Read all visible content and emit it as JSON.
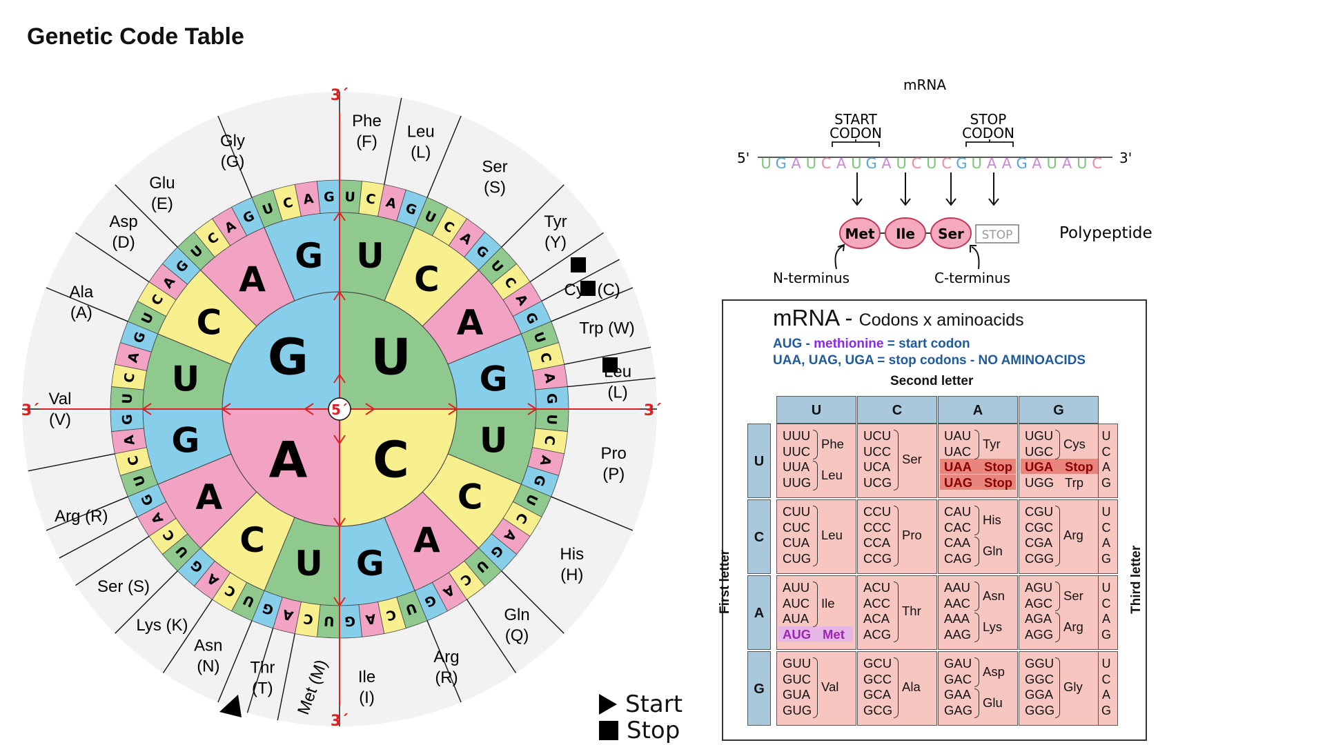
{
  "title": "Genetic Code Table",
  "wheel": {
    "inner": [
      {
        "letter": "G",
        "color": "#87ceeb"
      },
      {
        "letter": "U",
        "color": "#8fc98e"
      },
      {
        "letter": "C",
        "color": "#f8f08f"
      },
      {
        "letter": "A",
        "color": "#f2a3c4"
      }
    ],
    "colors": {
      "U": "#8fc98e",
      "C": "#f8f08f",
      "A": "#f2a3c4",
      "G": "#87ceeb"
    },
    "center_label": "5´",
    "axis_labels": {
      "top": "3´",
      "bottom": "3´",
      "left": "3´",
      "right": "3´"
    },
    "amino_acids": [
      {
        "text": [
          "Phe",
          "(F)"
        ]
      },
      {
        "text": [
          "Leu",
          "(L)"
        ]
      },
      {
        "text": [
          "Ser",
          "(S)"
        ]
      },
      {
        "text": [
          "Tyr",
          "(Y)"
        ]
      },
      {
        "text": [
          "Cys (C)"
        ]
      },
      {
        "text": [
          "Trp (W)"
        ]
      },
      {
        "text": [
          "Leu",
          "(L)"
        ]
      },
      {
        "text": [
          "Pro",
          "(P)"
        ]
      },
      {
        "text": [
          "His",
          "(H)"
        ]
      },
      {
        "text": [
          "Gln",
          "(Q)"
        ]
      },
      {
        "text": [
          "Arg",
          "(R)"
        ]
      },
      {
        "text": [
          "Ile",
          "(I)"
        ]
      },
      {
        "text": [
          "Met (M)"
        ]
      },
      {
        "text": [
          "Thr",
          "(T)"
        ]
      },
      {
        "text": [
          "Asn",
          "(N)"
        ]
      },
      {
        "text": [
          "Lys (K)"
        ]
      },
      {
        "text": [
          "Ser (S)"
        ]
      },
      {
        "text": [
          "Arg (R)"
        ]
      },
      {
        "text": [
          "Val",
          "(V)"
        ]
      },
      {
        "text": [
          "Ala",
          "(A)"
        ]
      },
      {
        "text": [
          "Asp",
          "(D)"
        ]
      },
      {
        "text": [
          "Glu",
          "(E)"
        ]
      },
      {
        "text": [
          "Gly",
          "(G)"
        ]
      }
    ]
  },
  "legend": {
    "start": "Start",
    "stop": "Stop"
  },
  "mrna_diagram": {
    "title": "mRNA",
    "start_label": [
      "START",
      "CODON"
    ],
    "stop_label": [
      "STOP",
      "CODON"
    ],
    "five_prime": "5'",
    "three_prime": "3'",
    "sequence": "UGAUCAUGAUCUCGUAAGAUAUC",
    "peptides": [
      "Met",
      "Ile",
      "Ser"
    ],
    "stop_box": "STOP",
    "polypeptide": "Polypeptide",
    "n_terminus": "N-terminus",
    "c_terminus": "C-terminus"
  },
  "codon_table": {
    "heading_main": "mRNA - ",
    "heading_sub": "Codons x aminoacids",
    "note_start_codon": "AUG",
    "note_start_dash": " - ",
    "note_start_name": "methionine",
    "note_start_rest": " = start codon",
    "note_stop": "UAA,  UAG,  UGA  = stop codons - NO AMINOACIDS",
    "second_letter": "Second letter",
    "first_letter": "First letter",
    "third_letter": "Third letter",
    "columns": [
      "U",
      "C",
      "A",
      "G"
    ],
    "rows": [
      "U",
      "C",
      "A",
      "G"
    ],
    "third_letters": [
      "U",
      "C",
      "A",
      "G"
    ],
    "stop_label": "Stop",
    "cells": [
      [
        {
          "codons": [
            "UUU",
            "UUC",
            "UUA",
            "UUG"
          ],
          "groups": [
            {
              "aa": "Phe",
              "span": [
                0,
                1
              ]
            },
            {
              "aa": "Leu",
              "span": [
                2,
                3
              ]
            }
          ]
        },
        {
          "codons": [
            "UCU",
            "UCC",
            "UCA",
            "UCG"
          ],
          "groups": [
            {
              "aa": "Ser",
              "span": [
                0,
                3
              ]
            }
          ]
        },
        {
          "codons": [
            "UAU",
            "UAC",
            "UAA",
            "UAG"
          ],
          "groups": [
            {
              "aa": "Tyr",
              "span": [
                0,
                1
              ]
            }
          ],
          "stops": [
            2,
            3
          ]
        },
        {
          "codons": [
            "UGU",
            "UGC",
            "UGA",
            "UGG"
          ],
          "groups": [
            {
              "aa": "Cys",
              "span": [
                0,
                1
              ]
            }
          ],
          "stops": [
            2
          ],
          "extra": {
            "row": 3,
            "aa": "Trp"
          }
        }
      ],
      [
        {
          "codons": [
            "CUU",
            "CUC",
            "CUA",
            "CUG"
          ],
          "groups": [
            {
              "aa": "Leu",
              "span": [
                0,
                3
              ]
            }
          ]
        },
        {
          "codons": [
            "CCU",
            "CCC",
            "CCA",
            "CCG"
          ],
          "groups": [
            {
              "aa": "Pro",
              "span": [
                0,
                3
              ]
            }
          ]
        },
        {
          "codons": [
            "CAU",
            "CAC",
            "CAA",
            "CAG"
          ],
          "groups": [
            {
              "aa": "His",
              "span": [
                0,
                1
              ]
            },
            {
              "aa": "Gln",
              "span": [
                2,
                3
              ]
            }
          ]
        },
        {
          "codons": [
            "CGU",
            "CGC",
            "CGA",
            "CGG"
          ],
          "groups": [
            {
              "aa": "Arg",
              "span": [
                0,
                3
              ]
            }
          ]
        }
      ],
      [
        {
          "codons": [
            "AUU",
            "AUC",
            "AUA",
            "AUG"
          ],
          "groups": [
            {
              "aa": "Ile",
              "span": [
                0,
                2
              ]
            }
          ],
          "start": {
            "row": 3,
            "aa": "Met"
          }
        },
        {
          "codons": [
            "ACU",
            "ACC",
            "ACA",
            "ACG"
          ],
          "groups": [
            {
              "aa": "Thr",
              "span": [
                0,
                3
              ]
            }
          ]
        },
        {
          "codons": [
            "AAU",
            "AAC",
            "AAA",
            "AAG"
          ],
          "groups": [
            {
              "aa": "Asn",
              "span": [
                0,
                1
              ]
            },
            {
              "aa": "Lys",
              "span": [
                2,
                3
              ]
            }
          ]
        },
        {
          "codons": [
            "AGU",
            "AGC",
            "AGA",
            "AGG"
          ],
          "groups": [
            {
              "aa": "Ser",
              "span": [
                0,
                1
              ]
            },
            {
              "aa": "Arg",
              "span": [
                2,
                3
              ]
            }
          ]
        }
      ],
      [
        {
          "codons": [
            "GUU",
            "GUC",
            "GUA",
            "GUG"
          ],
          "groups": [
            {
              "aa": "Val",
              "span": [
                0,
                3
              ]
            }
          ]
        },
        {
          "codons": [
            "GCU",
            "GCC",
            "GCA",
            "GCG"
          ],
          "groups": [
            {
              "aa": "Ala",
              "span": [
                0,
                3
              ]
            }
          ]
        },
        {
          "codons": [
            "GAU",
            "GAC",
            "GAA",
            "GAG"
          ],
          "groups": [
            {
              "aa": "Asp",
              "span": [
                0,
                1
              ]
            },
            {
              "aa": "Glu",
              "span": [
                2,
                3
              ]
            }
          ]
        },
        {
          "codons": [
            "GGU",
            "GGC",
            "GGA",
            "GGG"
          ],
          "groups": [
            {
              "aa": "Gly",
              "span": [
                0,
                3
              ]
            }
          ]
        }
      ]
    ]
  }
}
